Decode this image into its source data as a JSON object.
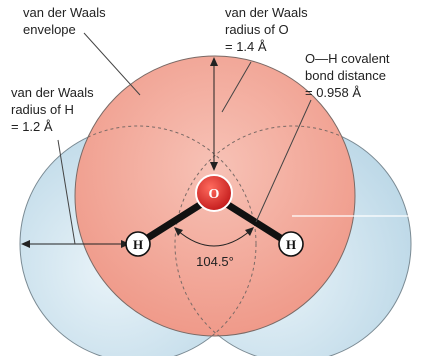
{
  "colors": {
    "oxygen_envelope": "#f2a89a",
    "hydrogen_envelope": "#cfe3ee",
    "oxygen_atom": "#d92b2b",
    "bond": "#111111",
    "leader": "#555555"
  },
  "labels": {
    "envelope": {
      "line1": "van der Waals",
      "line2": "envelope"
    },
    "radius_o": {
      "line1": "van der Waals",
      "line2": "radius of O",
      "line3": "= 1.4 Å"
    },
    "radius_h": {
      "line1": "van der Waals",
      "line2": "radius of H",
      "line3": "= 1.2 Å"
    },
    "bond_distance": {
      "line1": "O—H covalent",
      "line2": "bond distance",
      "line3": "= 0.958 Å"
    },
    "angle": "104.5°"
  },
  "atoms": {
    "oxygen": "O",
    "hydrogen_left": "H",
    "hydrogen_right": "H"
  }
}
